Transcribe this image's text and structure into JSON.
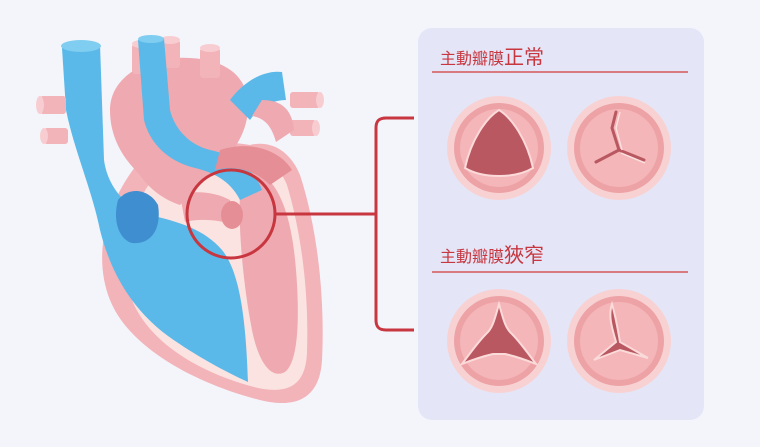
{
  "valve_panel": {
    "normal_heading": {
      "base": "主動瓣膜",
      "emphasis": "正常"
    },
    "stenosis_heading": {
      "base": "主動瓣膜",
      "emphasis": "狹窄"
    }
  },
  "colors": {
    "panel_bg": "#e4e6f7",
    "accent_red": "#c8363f",
    "vein_blue": "#5ab9e8",
    "heart_pink": "#f2b3b9",
    "tissue_dark": "#b95860"
  },
  "icons": [
    "heart-illustration",
    "zoom-circle-icon",
    "bracket-connector",
    "valve-normal-open-icon",
    "valve-normal-closed-icon",
    "valve-stenosis-open-icon",
    "valve-stenosis-closed-icon"
  ]
}
